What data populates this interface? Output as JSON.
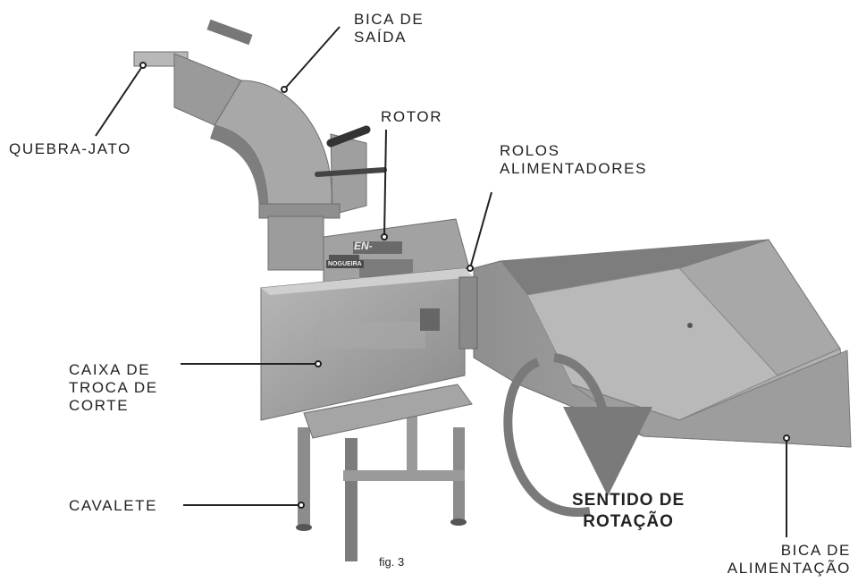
{
  "labels": {
    "bica_saida": "BICA DE\nSAÍDA",
    "quebra_jato": "QUEBRA-JATO",
    "rotor": "ROTOR",
    "rolos": "ROLOS\nALIMENTADORES",
    "caixa": "CAIXA DE\nTROCA DE\nCORTE",
    "cavalete": "CAVALETE",
    "sentido": "SENTIDO DE\nROTAÇÃO",
    "bica_alimentacao": "BICA DE\nALIMENTAÇÃO"
  },
  "machine": {
    "plate_brand": "NOGUEIRA",
    "model_label": "EN-"
  },
  "caption": "fig. 3",
  "colors": {
    "metal": "#9b9b9b",
    "metal_dark": "#6e6e6e",
    "metal_light": "#c4c4c4",
    "line": "#222222"
  }
}
